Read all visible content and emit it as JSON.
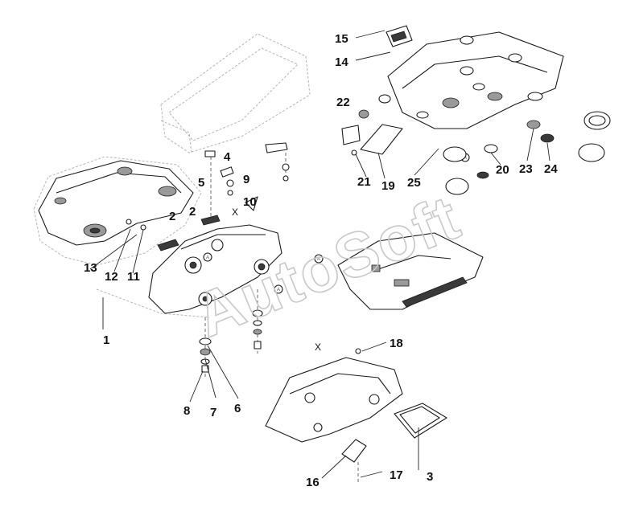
{
  "watermark": {
    "text": "AutoSoft"
  },
  "callouts": {
    "c1": "1",
    "c2a": "2",
    "c2b": "2",
    "c3": "3",
    "c4": "4",
    "c5": "5",
    "c6": "6",
    "c7": "7",
    "c8": "8",
    "c9": "9",
    "c10": "10",
    "c11": "11",
    "c12": "12",
    "c13": "13",
    "c14": "14",
    "c15": "15",
    "c16": "16",
    "c17": "17",
    "c18": "18",
    "c19": "19",
    "c20": "20",
    "c21": "21",
    "c22": "22",
    "c23": "23",
    "c24": "24",
    "c25": "25"
  },
  "view_markers": {
    "x1": "X",
    "x2": "X"
  },
  "circled_refs": {
    "a1": "A",
    "a2": "A",
    "a3": "A",
    "a4": "A"
  }
}
